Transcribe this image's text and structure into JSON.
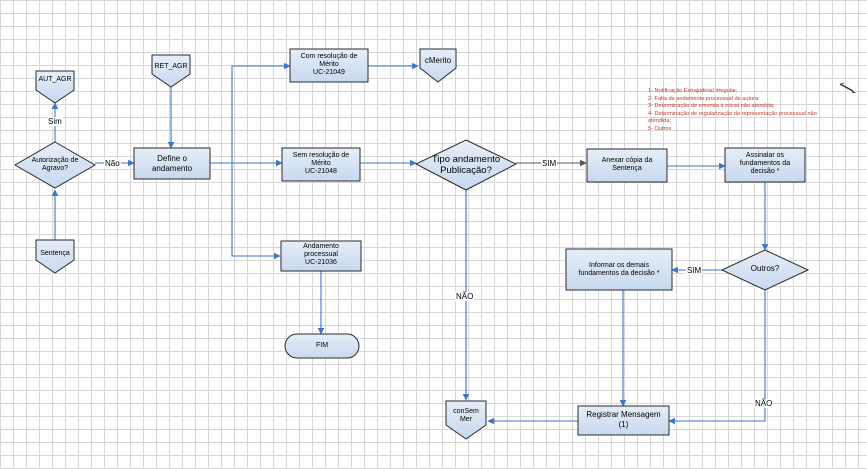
{
  "nodes": {
    "aut_agr": "AUT_AGR",
    "ret_agr": "RET_AGR",
    "cmerito": "cMerito",
    "con_sem_mer": "conSem\nMer",
    "autorizacao": "Autorização de\nAgravo?",
    "sentenca": "Sentença",
    "define": "Define o\nandamento",
    "com_resolucao": "Com resolução de\nMérito\nUC-21049",
    "sem_resolucao": "Sem resolução de\nMérito\nUC-21048",
    "andamento_processual": "Andamento\nprocessual\nUC-21036",
    "fim": "FIM",
    "tipo_andamento": "Tipo andamento\nPublicação?",
    "anexar": "Anexar cópia da\nSentença",
    "assinalar": "Assinalar os\nfundamentos da\ndecisão *",
    "outros": "Outros?",
    "informar": "Informar os demais\nfundamentos da decisão *",
    "registrar": "Registrar Mensagem\n(1)"
  },
  "edge_labels": {
    "sim_up": "Sim",
    "nao_right": "Não",
    "sim_anexar": "SIM",
    "nao_down": "NÃO",
    "sim_informar": "SIM",
    "nao_registrar": "NÃO"
  },
  "note_lines": [
    "1- Notificação Extrajudicial irregular;",
    "2- Falta de andamento processual da autora;",
    "3- Determinação de emenda à inicial não atendida;",
    "4- Determinação de regularização da representação processual não",
    "atendida;",
    "5- Outros"
  ],
  "colors": {
    "shape_fill": "#d4e1f2",
    "shape_stroke": "#2b2b2b",
    "connector": "#3d78c4",
    "note_text": "#c0392b"
  },
  "icons": {
    "pen": "pen-icon"
  }
}
